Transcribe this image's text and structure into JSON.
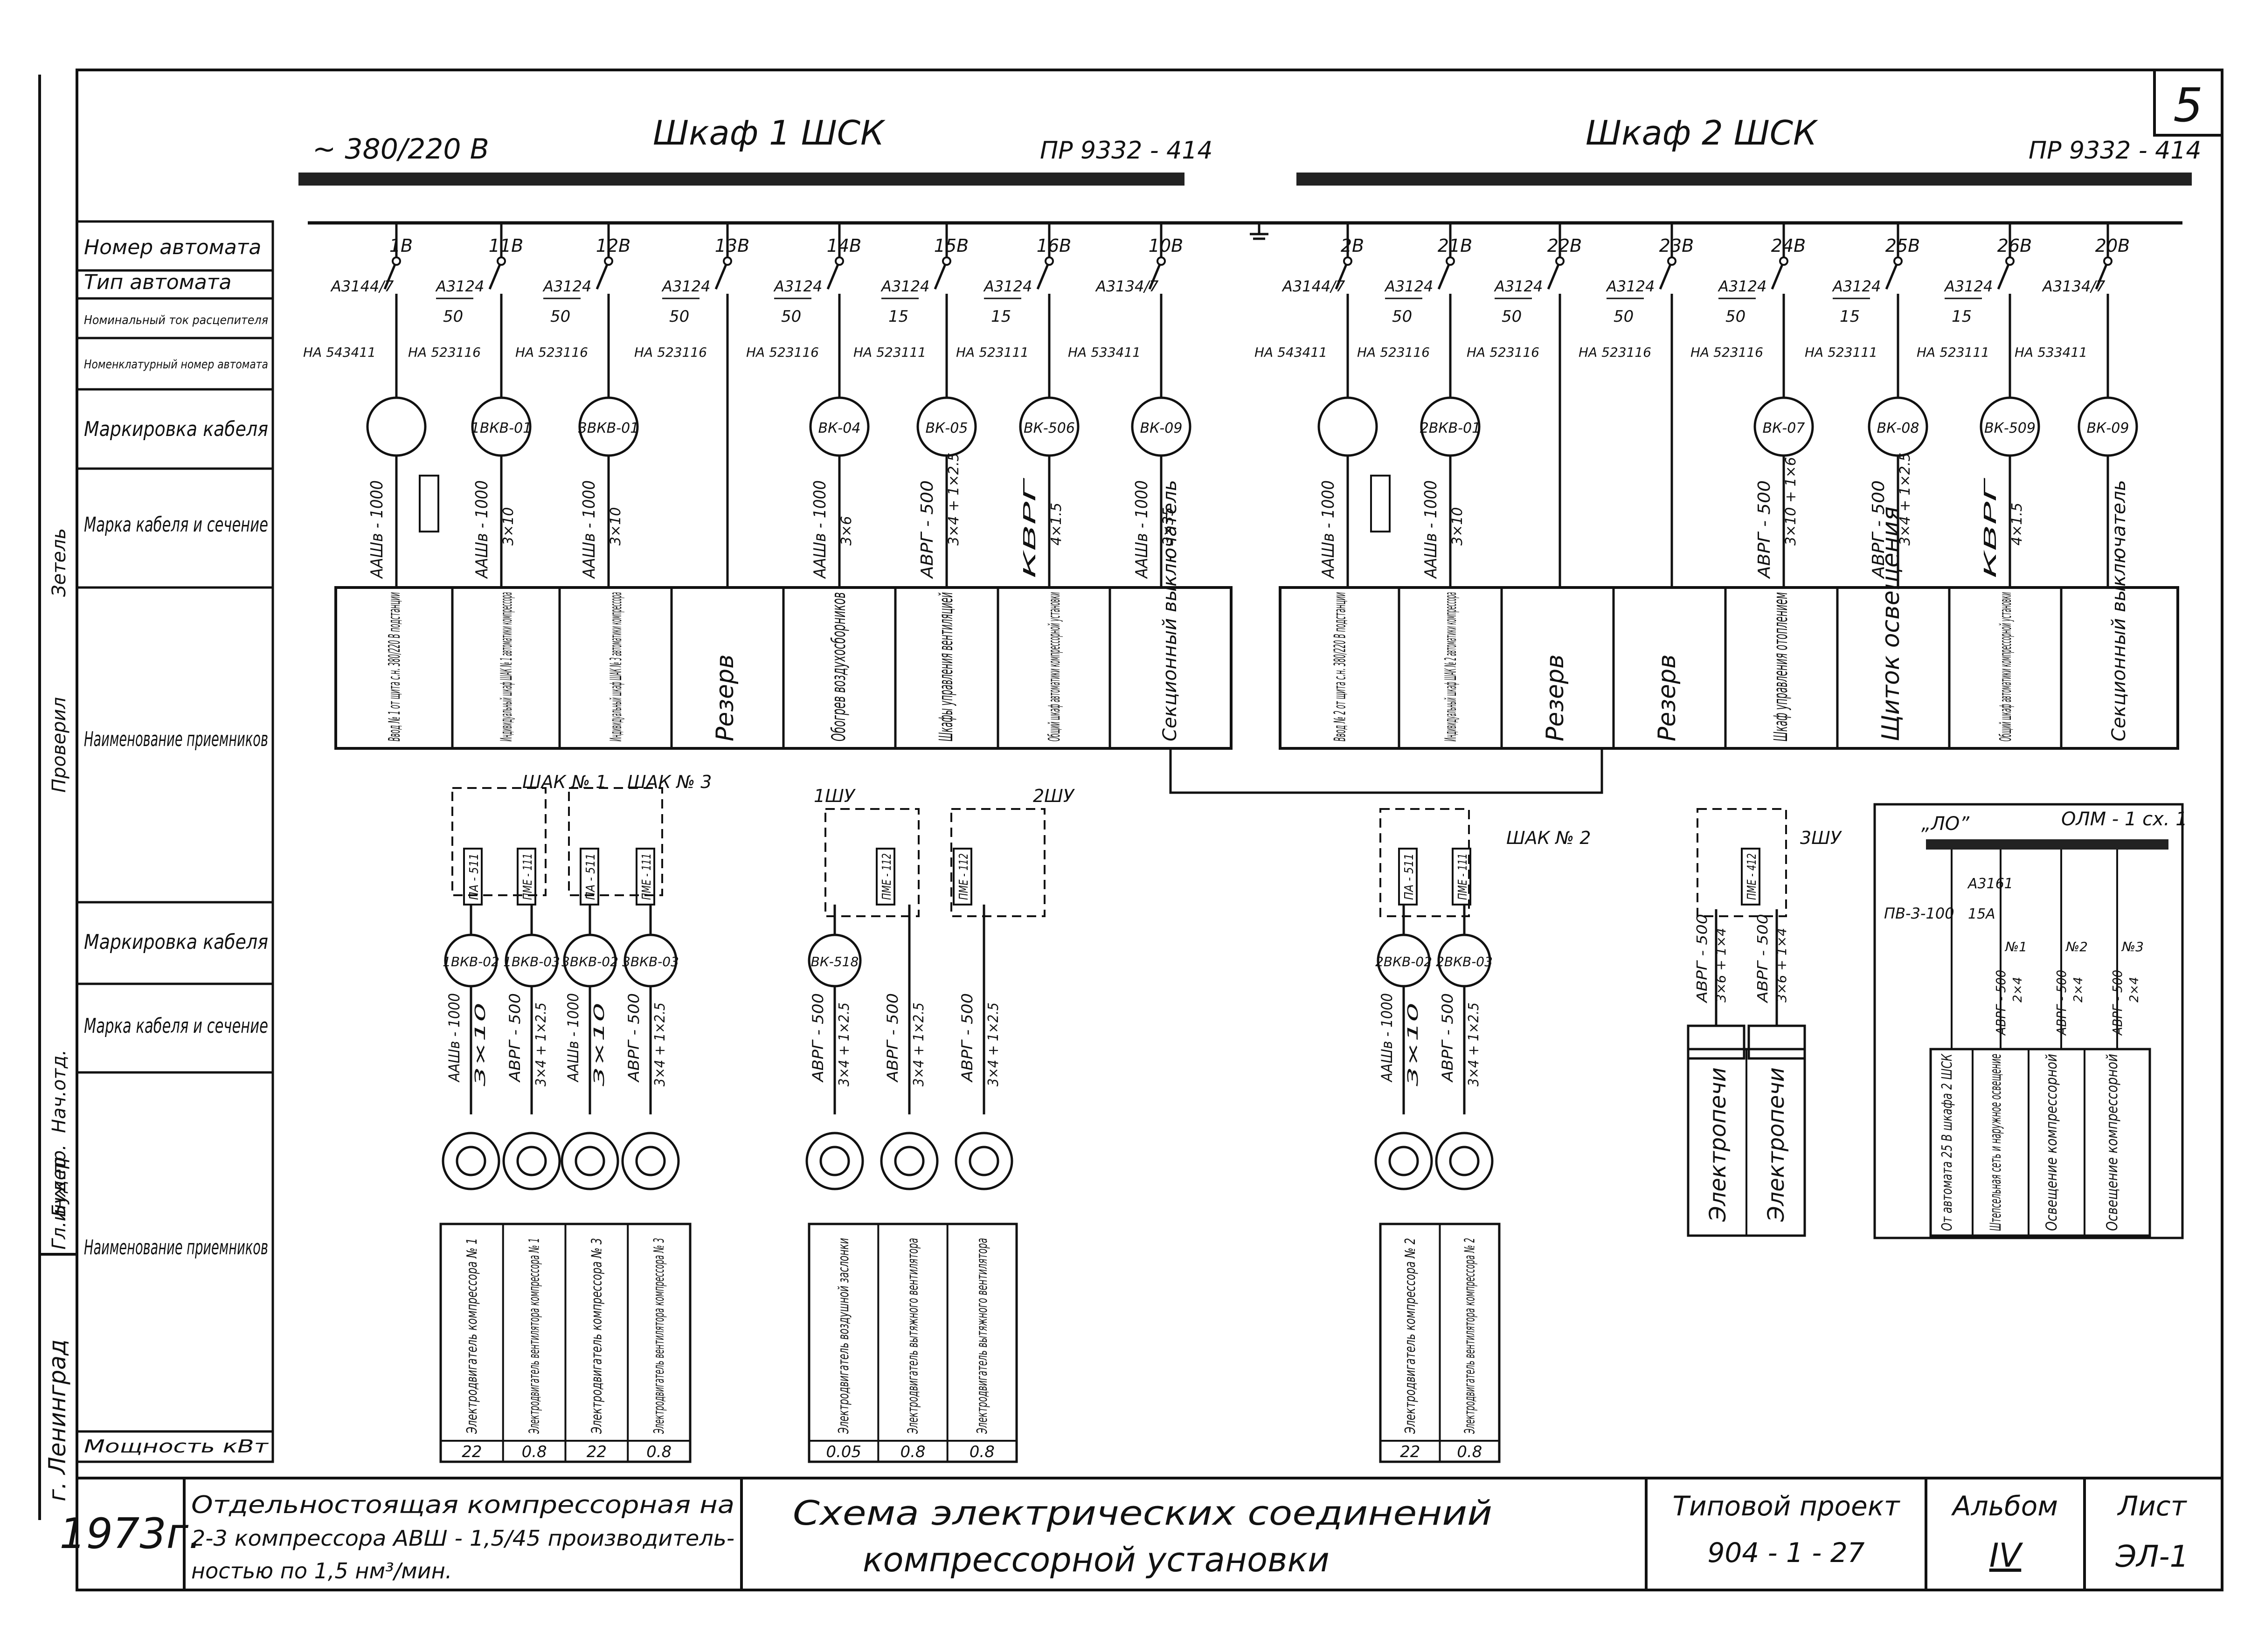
{
  "sheet_number": "5",
  "supply_voltage": "~ 380/220 В",
  "cabinets": [
    {
      "title": "Шкаф  1 ШСК",
      "model": "ПР 9332 - 414"
    },
    {
      "title": "Шкаф  2 ШСК",
      "model": "ПР 9332 - 414"
    }
  ],
  "row_headers": {
    "breaker_number": "Номер автомата",
    "breaker_type": "Тип автомата",
    "rated_current": "Номинальный ток расцепителя",
    "catalog_number": "Номенклатурный номер автомата",
    "cable_marking": "Маркировка кабеля",
    "cable_brand": "Марка кабеля и сечение",
    "receivers": "Наименование приемников",
    "cable_marking_2": "Маркировка кабеля",
    "cable_brand_2": "Марка кабеля и сечение",
    "receivers_2": "Наименование приемников",
    "power": "Мощность   кВт"
  },
  "left_strip": {
    "city": "г. Ленинград",
    "roles": [
      "Гл.инж.пр.",
      "Нач.отд.",
      "Проверил",
      "Зетель"
    ],
    "names": [
      "Будер"
    ]
  },
  "feeders": [
    {
      "num": "1В",
      "type": "А3144/7",
      "rating": "",
      "cat": "НА 543411",
      "cable": "",
      "brand": "ААШв - 1000",
      "section": "",
      "name": "Ввод № 1 от щита с.н. 380/220 В подстанции"
    },
    {
      "num": "11В",
      "type": "А3124",
      "rating": "50",
      "cat": "НА 523116",
      "cable": "1ВКВ-01",
      "brand": "ААШв - 1000",
      "section": "3×10",
      "name": "Индивидуальный шкаф ШАК № 1 автоматики компрессора"
    },
    {
      "num": "12В",
      "type": "А3124",
      "rating": "50",
      "cat": "НА 523116",
      "cable": "3ВКВ-01",
      "brand": "ААШв - 1000",
      "section": "3×10",
      "name": "Индивидуальный шкаф ШАК № 3 автоматики компрессора"
    },
    {
      "num": "13В",
      "type": "А3124",
      "rating": "50",
      "cat": "НА 523116",
      "cable": "",
      "brand": "",
      "section": "",
      "name": "Резерв"
    },
    {
      "num": "14В",
      "type": "А3124",
      "rating": "50",
      "cat": "НА 523116",
      "cable": "ВК-04",
      "brand": "ААШв - 1000",
      "section": "3×6",
      "name": "Обогрев воздухосборников"
    },
    {
      "num": "15В",
      "type": "А3124",
      "rating": "15",
      "cat": "НА 523111",
      "cable": "ВК-05",
      "brand": "АВРГ - 500",
      "section": "3×4 + 1×2.5",
      "name": "Шкафы управления вентиляцией"
    },
    {
      "num": "16В",
      "type": "А3124",
      "rating": "15",
      "cat": "НА 523111",
      "cable": "ВК-506",
      "brand": "КВРГ",
      "section": "4×1.5",
      "name": "Общий шкаф автоматики компрессорной установки"
    },
    {
      "num": "10В",
      "type": "А3134/7",
      "rating": "",
      "cat": "НА 533411",
      "cable": "ВК-09",
      "brand": "ААШв - 1000",
      "section": "3×35",
      "name": "Секционный выключатель"
    },
    {
      "num": "2В",
      "type": "А3144/7",
      "rating": "",
      "cat": "НА 543411",
      "cable": "",
      "brand": "ААШв - 1000",
      "section": "",
      "name": "Ввод № 2 от щита с.н. 380/220 В подстанции"
    },
    {
      "num": "21В",
      "type": "А3124",
      "rating": "50",
      "cat": "НА 523116",
      "cable": "2ВКВ-01",
      "brand": "ААШв - 1000",
      "section": "3×10",
      "name": "Индивидуальный шкаф ШАК № 2 автоматики компрессора"
    },
    {
      "num": "22В",
      "type": "А3124",
      "rating": "50",
      "cat": "НА 523116",
      "cable": "",
      "brand": "",
      "section": "",
      "name": "Резерв"
    },
    {
      "num": "23В",
      "type": "А3124",
      "rating": "50",
      "cat": "НА 523116",
      "cable": "",
      "brand": "",
      "section": "",
      "name": "Резерв"
    },
    {
      "num": "24В",
      "type": "А3124",
      "rating": "50",
      "cat": "НА 523116",
      "cable": "ВК-07",
      "brand": "АВРГ - 500",
      "section": "3×10 + 1×6",
      "name": "Шкаф управления отоплением"
    },
    {
      "num": "25В",
      "type": "А3124",
      "rating": "15",
      "cat": "НА 523111",
      "cable": "ВК-08",
      "brand": "АВРГ - 500",
      "section": "3×4 + 1×2.5",
      "name": "Щиток освещения"
    },
    {
      "num": "26В",
      "type": "А3124",
      "rating": "15",
      "cat": "НА 523111",
      "cable": "ВК-509",
      "brand": "КВРГ",
      "section": "4×1.5",
      "name": "Общий шкаф автоматики компрессорной установки"
    },
    {
      "num": "20В",
      "type": "А3134/7",
      "rating": "",
      "cat": "НА 533411",
      "cable": "ВК-09",
      "brand": "",
      "section": "",
      "name": "Секционный выключатель"
    }
  ],
  "control_cabinets": [
    "ШАК № 1",
    "ШАК № 3",
    "1ШУ",
    "2ШУ",
    "ШАК № 2",
    "3ШУ"
  ],
  "devices": {
    "pa": "ПА - 511",
    "pme": "ПМЕ - 111",
    "pme2": "ПМЕ - 112",
    "pme3": "ПМЕ - 412"
  },
  "motors": [
    {
      "cable": "1ВКВ-02",
      "brand": "ААШв - 1000",
      "section": "3×10",
      "name": "Электродвигатель компрессора № 1",
      "kw": "22"
    },
    {
      "cable": "1ВКВ-03",
      "brand": "АВРГ - 500",
      "section": "3×4 + 1×2.5",
      "name": "Электродвигатель вентилятора компрессора № 1",
      "kw": "0.8"
    },
    {
      "cable": "3ВКВ-02",
      "brand": "ААШв - 1000",
      "section": "3×10",
      "name": "Электродвигатель компрессора № 3",
      "kw": "22"
    },
    {
      "cable": "3ВКВ-03",
      "brand": "АВРГ - 500",
      "section": "3×4 + 1×2.5",
      "name": "Электродвигатель вентилятора компрессора № 3",
      "kw": "0.8"
    },
    {
      "cable": "ВК-518",
      "brand": "АВРГ - 500",
      "section": "3×4 + 1×2.5",
      "name": "Электродвигатель воздушной заслонки",
      "kw": "0.05"
    },
    {
      "cable": "",
      "brand": "АВРГ - 500",
      "section": "3×4 + 1×2.5",
      "name": "Электродвигатель вытяжного вентилятора",
      "kw": "0.8"
    },
    {
      "cable": "",
      "brand": "АВРГ - 500",
      "section": "3×4 + 1×2.5",
      "name": "Электродвигатель вытяжного вентилятора",
      "kw": "0.8"
    },
    {
      "cable": "2ВКВ-02",
      "brand": "ААШв - 1000",
      "section": "3×10",
      "name": "Электродвигатель компрессора № 2",
      "kw": "22"
    },
    {
      "cable": "2ВКВ-03",
      "brand": "АВРГ - 500",
      "section": "3×4 + 1×2.5",
      "name": "Электродвигатель вентилятора компрессора № 2",
      "kw": "0.8"
    }
  ],
  "heaters": {
    "brand": "АВРГ - 500",
    "section": "3×6 + 1×4",
    "name": "Электропечи"
  },
  "lighting_panel": {
    "bus": "„ЛО”",
    "model": "ОЛМ - 1 сх. 1",
    "main_switch": "ПВ-3-100",
    "breaker": "А3161",
    "rating": "15А",
    "groups": [
      {
        "num": "№1",
        "brand": "АВРГ - 500",
        "section": "2×4",
        "name": "Штепсельная сеть и наружное освещение"
      },
      {
        "num": "№2",
        "brand": "АВРГ - 500",
        "section": "2×4",
        "name": "Освещение компрессорной"
      },
      {
        "num": "№3",
        "brand": "АВРГ - 500",
        "section": "2×4",
        "name": "Освещение компрессорной"
      }
    ],
    "feed_note": "От автомата 25 В шкафа 2 ШСК"
  },
  "title_block": {
    "year": "1973г.",
    "object": "Отдельностоящая компрессорная на 2-3 компрессора АВШ - 1,5/45 производительностью по 1,5 нм³/мин.",
    "title": "Схема электрических соединений компрессорной установки",
    "project_label": "Типовой проект",
    "project": "904 - 1 - 27",
    "album_label": "Альбом",
    "album": "IV",
    "sheet_label": "Лист",
    "sheet": "ЭЛ-1"
  }
}
